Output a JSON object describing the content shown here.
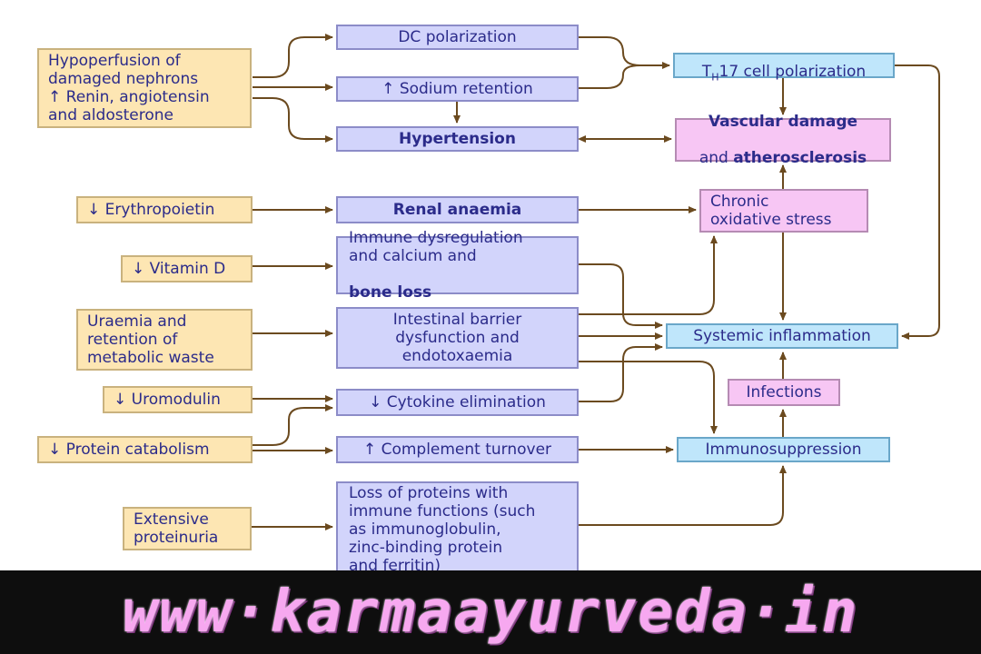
{
  "causes": {
    "hypoperfusion": "Hypoperfusion of\ndamaged nephrons\n↑ Renin, angiotensin\nand aldosterone",
    "erythropoietin": "↓ Erythropoietin",
    "vitamin_d": "↓ Vitamin D",
    "uraemia": "Uraemia and\nretention of\nmetabolic waste",
    "uromodulin": "↓ Uromodulin",
    "protein_catabolism": "↓ Protein catabolism",
    "proteinuria": "Extensive\nproteinuria"
  },
  "mechanisms": {
    "dc_polarization": "DC polarization",
    "sodium_retention": "↑ Sodium retention",
    "hypertension": "Hypertension",
    "renal_anaemia": "Renal anaemia",
    "immune_dysregulation_a": "Immune dysregulation\nand calcium and",
    "immune_dysregulation_b": "bone loss",
    "intestinal_barrier": "Intestinal barrier\ndysfunction and\nendotoxaemia",
    "cytokine_elimination": "↓ Cytokine elimination",
    "complement_turnover": "↑ Complement turnover",
    "loss_of_proteins": "Loss of proteins with\nimmune functions (such\nas immunoglobulin,\nzinc-binding protein\nand ferritin)"
  },
  "outcomes": {
    "th17_main": "T",
    "th17_sub": "H",
    "th17_rest": "17 cell polarization",
    "vascular_a": "Vascular damage",
    "vascular_b1": "and ",
    "vascular_b2": "atherosclerosis",
    "oxidative_stress": "Chronic\noxidative stress",
    "systemic_inflammation": "Systemic inflammation",
    "infections": "Infections",
    "immunosuppression": "Immunosuppression"
  },
  "banner": {
    "text": "www·karmaayurveda·in"
  },
  "colors": {
    "cause_fill": "#fde6b3",
    "mechanism_fill": "#d2d4fb",
    "pink_fill": "#f7c6f4",
    "blue_fill": "#bfe6fb",
    "arrow": "#6b4a1f",
    "text": "#2b2b8a",
    "banner_text": "#f7a8f0"
  }
}
